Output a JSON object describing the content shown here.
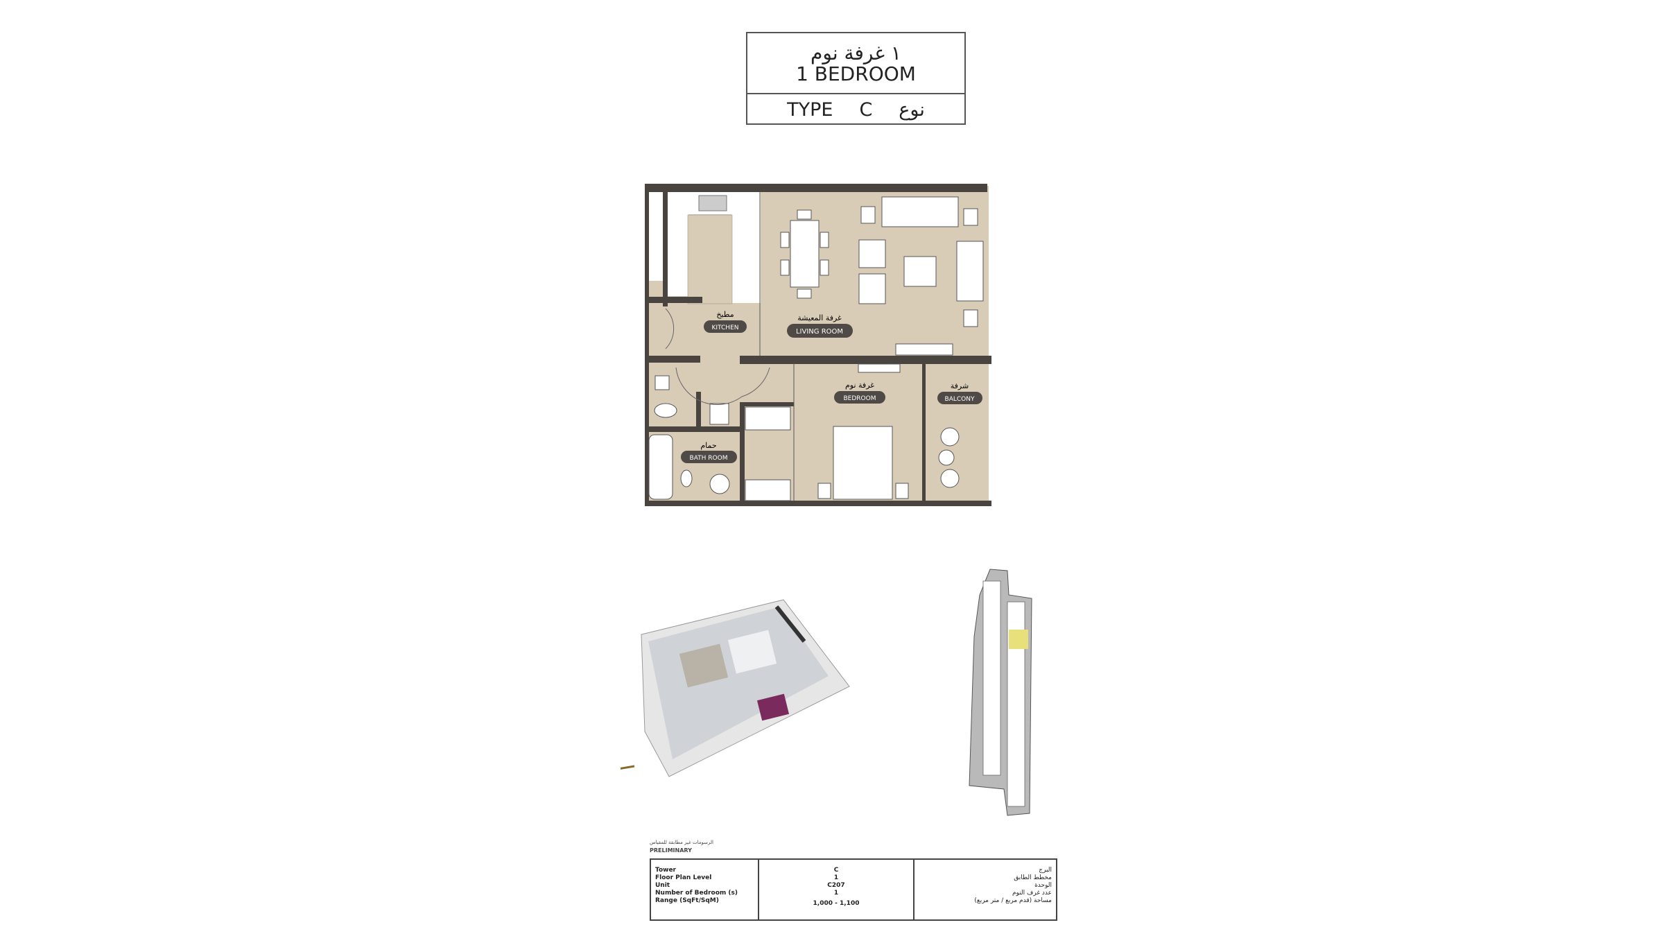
{
  "header": {
    "arabic_title": "١ غرفة نوم",
    "title": "1 BEDROOM",
    "type_label": "TYPE",
    "type_value": "C",
    "type_arabic": "نوع"
  },
  "plan": {
    "rooms": [
      {
        "ar": "مطبخ",
        "en": "KITCHEN"
      },
      {
        "ar": "غرفة المعيشة",
        "en": "LIVING ROOM"
      },
      {
        "ar": "غرفة نوم",
        "en": "BEDROOM"
      },
      {
        "ar": "شرفة",
        "en": "BALCONY"
      },
      {
        "ar": "حمام",
        "en": "BATH ROOM"
      }
    ],
    "colors": {
      "floor": "#d9ccb6",
      "wall": "#4a4440",
      "label_pill": "#4f4a46",
      "highlight": "#e8e07a"
    }
  },
  "info": {
    "note_ar": "الرسومات غير مطابقة للمقياس",
    "note_en": "PRELIMINARY",
    "labels": [
      "Tower",
      "Floor Plan Level",
      "Unit",
      "Number of Bedroom (s)",
      "Range (SqFt/SqM)"
    ],
    "values": [
      "C",
      "1",
      "C207",
      "1",
      "1,000 - 1,100"
    ],
    "labels_ar": [
      "البرج",
      "مخطط الطابق",
      "الوحدة",
      "عدد غرف النوم",
      "مساحة (قدم مربع / متر مربع)"
    ]
  }
}
